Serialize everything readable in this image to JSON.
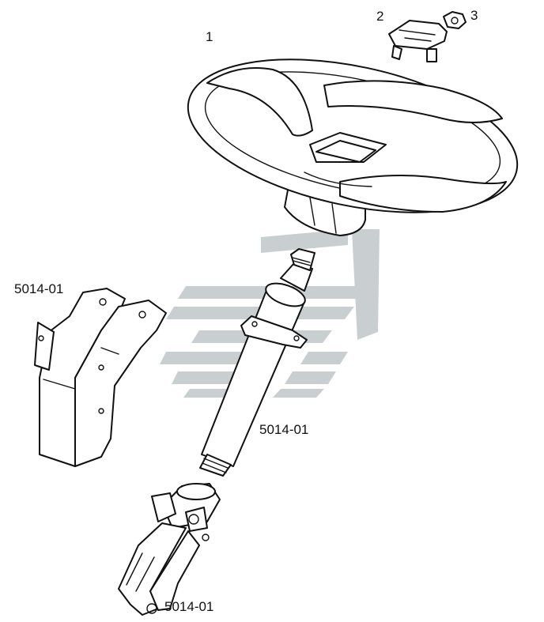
{
  "diagram": {
    "callouts": {
      "steering_wheel": "1",
      "horn_switch": "2",
      "nut": "3",
      "bracket": "5014-01",
      "column": "5014-01",
      "joint": "5014-01"
    },
    "colors": {
      "line": "#111111",
      "watermark": "#c9cfd1",
      "background": "#ffffff"
    }
  }
}
